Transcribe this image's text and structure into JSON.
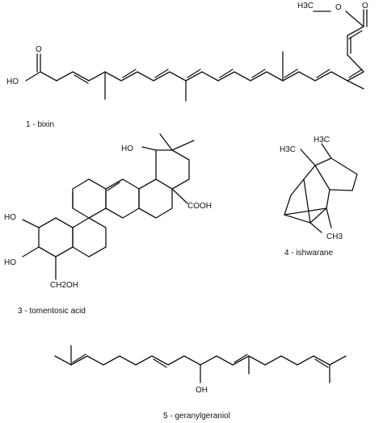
{
  "compounds": [
    {
      "caption": "1 - bixin",
      "labels": {
        "acid": "HO",
        "ester_methyl": "H3C",
        "ester_o": "O",
        "carbonyl_o1": "O",
        "carbonyl_o2": "O"
      }
    },
    {
      "caption": "3 - tomentosic acid",
      "labels": {
        "oh_top": "HO",
        "cooh": "COOH",
        "oh_left1": "HO",
        "oh_left2": "HO",
        "ch2oh": "CH2OH"
      }
    },
    {
      "caption": "4 - ishwarane",
      "labels": {
        "me1": "H3C",
        "me2": "H3C",
        "me3": "CH3"
      }
    },
    {
      "caption": "5 - geranylgeraniol",
      "labels": {
        "oh": "OH"
      }
    }
  ]
}
